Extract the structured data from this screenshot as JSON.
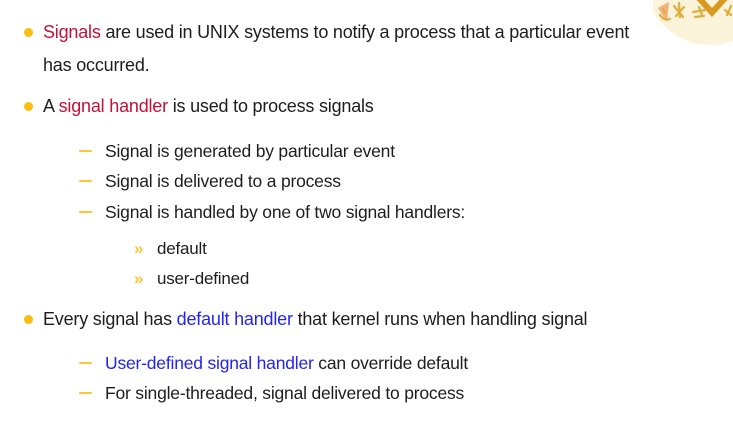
{
  "slide": {
    "type": "lecture-slide-body",
    "topic": "Signals in UNIX systems"
  },
  "colors": {
    "background": "#ffffff",
    "body_text": "#1d1d1d",
    "alert": "#C31239",
    "link": "#2424F0",
    "bullet_gold": "#FBBD0E",
    "dash_gold": "#FDC637",
    "seal_cream": "#FBF3DA",
    "seal_gold": "#DFAE3F",
    "seal_dark_gold": "#D9991F",
    "seal_salmon": "#F2A36B"
  },
  "markers": {
    "chevrons_glyph": "»"
  },
  "logo": {
    "name": "university-seal-watermark"
  },
  "content": {
    "rows": [
      {
        "level": 1,
        "marker": "dot",
        "segments": [
          {
            "text": "Signals",
            "style": "alert"
          },
          {
            "text": " are used in UNIX systems to notify a process that a particular event",
            "style": "plain"
          },
          {
            "text": "has occurred.",
            "style": "plain"
          }
        ]
      },
      {
        "level": 1,
        "marker": "dot",
        "segments": [
          {
            "text": "A ",
            "style": "plain"
          },
          {
            "text": "signal handler",
            "style": "alert"
          },
          {
            "text": " is used to process signals",
            "style": "plain"
          }
        ]
      },
      {
        "level": 2,
        "marker": "dash",
        "segments": [
          {
            "text": "Signal is generated by particular event",
            "style": "plain"
          }
        ]
      },
      {
        "level": 2,
        "marker": "dash",
        "segments": [
          {
            "text": "Signal is delivered to a process",
            "style": "plain"
          }
        ]
      },
      {
        "level": 2,
        "marker": "dash",
        "segments": [
          {
            "text": "Signal is handled by one of two signal handlers:",
            "style": "plain"
          }
        ]
      },
      {
        "level": 3,
        "marker": "chevrons",
        "segments": [
          {
            "text": "default",
            "style": "plain"
          }
        ]
      },
      {
        "level": 3,
        "marker": "chevrons",
        "segments": [
          {
            "text": "user-defined",
            "style": "plain"
          }
        ]
      },
      {
        "level": 1,
        "marker": "dot",
        "segments": [
          {
            "text": "Every signal has ",
            "style": "plain"
          },
          {
            "text": "default handler",
            "style": "link"
          },
          {
            "text": " that kernel runs when handling signal",
            "style": "plain"
          }
        ]
      },
      {
        "level": 2,
        "marker": "dash",
        "segments": [
          {
            "text": "User-defined signal handler",
            "style": "link"
          },
          {
            "text": " can override default",
            "style": "plain"
          }
        ]
      },
      {
        "level": 2,
        "marker": "dash",
        "segments": [
          {
            "text": "For single-threaded, signal delivered to process",
            "style": "plain"
          }
        ]
      }
    ]
  }
}
